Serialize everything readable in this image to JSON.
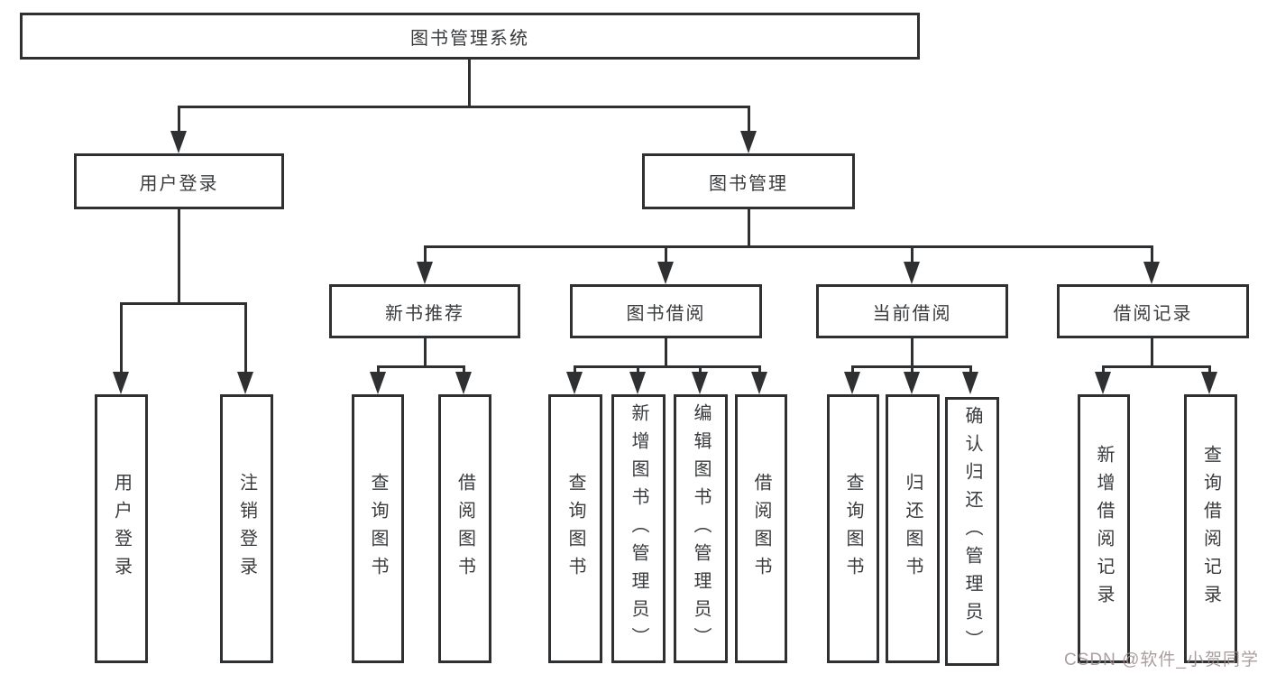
{
  "diagram": {
    "type": "hierarchy-tree",
    "title": "图书管理系统",
    "colors": {
      "line": "#2f3032",
      "box_border": "#2f3032",
      "box_fill": "#ffffff",
      "text": "#3a3b3d",
      "background": "#ffffff",
      "watermark": "#9c8e8e"
    }
  },
  "nodes": {
    "root": {
      "label": "图书管理系统"
    },
    "user_login": {
      "label": "用户登录"
    },
    "book_management": {
      "label": "图书管理"
    },
    "new_book_recommend": {
      "label": "新书推荐"
    },
    "book_borrow": {
      "label": "图书借阅"
    },
    "current_borrow": {
      "label": "当前借阅"
    },
    "borrow_records": {
      "label": "借阅记录"
    },
    "leaf_user_login": {
      "label": "用户登录"
    },
    "leaf_logout": {
      "label": "注销登录"
    },
    "leaf_nb_query_book": {
      "label": "查询图书"
    },
    "leaf_nb_borrow_book": {
      "label": "借阅图书"
    },
    "leaf_bb_query_book": {
      "label": "查询图书"
    },
    "leaf_bb_add_book": {
      "label": "新增图书（管理员）"
    },
    "leaf_bb_edit_book": {
      "label": "编辑图书（管理员）"
    },
    "leaf_bb_borrow_book": {
      "label": "借阅图书"
    },
    "leaf_cb_query_book": {
      "label": "查询图书"
    },
    "leaf_cb_return_book": {
      "label": "归还图书"
    },
    "leaf_cb_confirm_return": {
      "label": "确认归还（管理员）"
    },
    "leaf_br_add_record": {
      "label": "新增借阅记录"
    },
    "leaf_br_query_record": {
      "label": "查询借阅记录"
    }
  },
  "structure": {
    "图书管理系统": {
      "用户登录": [
        "用户登录",
        "注销登录"
      ],
      "图书管理": {
        "新书推荐": [
          "查询图书",
          "借阅图书"
        ],
        "图书借阅": [
          "查询图书",
          "新增图书（管理员）",
          "编辑图书（管理员）",
          "借阅图书"
        ],
        "当前借阅": [
          "查询图书",
          "归还图书",
          "确认归还（管理员）"
        ],
        "借阅记录": [
          "新增借阅记录",
          "查询借阅记录"
        ]
      }
    }
  },
  "watermark": {
    "text": "CSDN @软件_小贺同学"
  }
}
